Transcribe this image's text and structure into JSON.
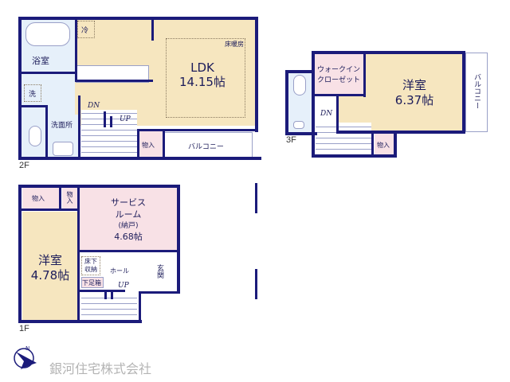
{
  "floors": {
    "f2": {
      "label": "2F",
      "rooms": {
        "bath": "浴室",
        "ldk_name": "LDK",
        "ldk_size": "14.15帖",
        "floor_heating": "床暖房",
        "fridge": "冷",
        "washer": "洗",
        "washroom": "洗面所",
        "storage": "物入",
        "balcony": "バルコニー",
        "dn": "DN",
        "up": "UP"
      }
    },
    "f3": {
      "label": "3F",
      "rooms": {
        "wic_line1": "ウォークイン",
        "wic_line2": "クローゼット",
        "western_name": "洋室",
        "western_size": "6.37帖",
        "balcony": "バルコニー",
        "storage": "物入",
        "dn": "DN"
      }
    },
    "f1": {
      "label": "1F",
      "rooms": {
        "storage1": "物入",
        "storage2": "物入",
        "service_line1": "サービス",
        "service_line2": "ルーム",
        "service_line3": "(納戸)",
        "service_size": "4.68帖",
        "western_name": "洋室",
        "western_size": "4.78帖",
        "underfloor_line1": "床下",
        "underfloor_line2": "収納",
        "hall": "ホール",
        "shoe_box": "下足箱",
        "entrance": "玄関",
        "up": "UP"
      }
    }
  },
  "footer": {
    "company": "銀河住宅株式会社",
    "compass_label": "N"
  },
  "colors": {
    "wall": "#1b1b7a",
    "living": "#f6e6bf",
    "storage": "#f8e1e6",
    "wet_area": "#e6f0fa"
  }
}
